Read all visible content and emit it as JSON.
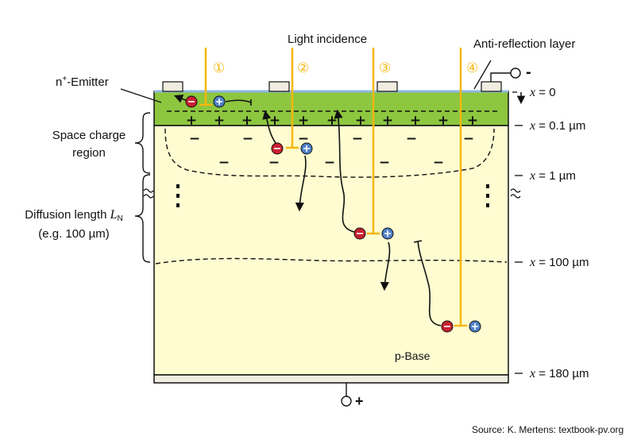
{
  "labels": {
    "light_incidence": "Light incidence",
    "anti_reflection": "Anti-reflection layer",
    "emitter_pre": "n",
    "emitter_sup": "+",
    "emitter_post": "-Emitter",
    "scr_line1": "Space charge",
    "scr_line2": "region",
    "diff_line1_pre": "Diffusion length ",
    "diff_line1_L": "L",
    "diff_line1_sub": "N",
    "diff_line2": "(e.g. 100 µm)",
    "p_base": "p-Base",
    "source": "Source: K. Mertens: textbook-pv.org",
    "terminal_top_sign": "-",
    "terminal_bottom_sign": "+"
  },
  "rays": [
    "①",
    "②",
    "③",
    "④"
  ],
  "depth_marks": [
    {
      "var": "x",
      "value": " = 0"
    },
    {
      "var": "x",
      "value": " = 0.1 µm"
    },
    {
      "var": "x",
      "value": " = 1 µm"
    },
    {
      "var": "x",
      "value": " = 100 µm"
    },
    {
      "var": "x",
      "value": " = 180 µm"
    }
  ],
  "charges": {
    "plus": "+",
    "minus": "−"
  },
  "colors": {
    "emitter": "#8dc63f",
    "base": "#fefcd0",
    "ray": "#f5b70f",
    "electron": "#c8202f",
    "hole": "#4f81c8",
    "contact": "#f0ede0",
    "ar_layer": "#8fb8e0"
  }
}
